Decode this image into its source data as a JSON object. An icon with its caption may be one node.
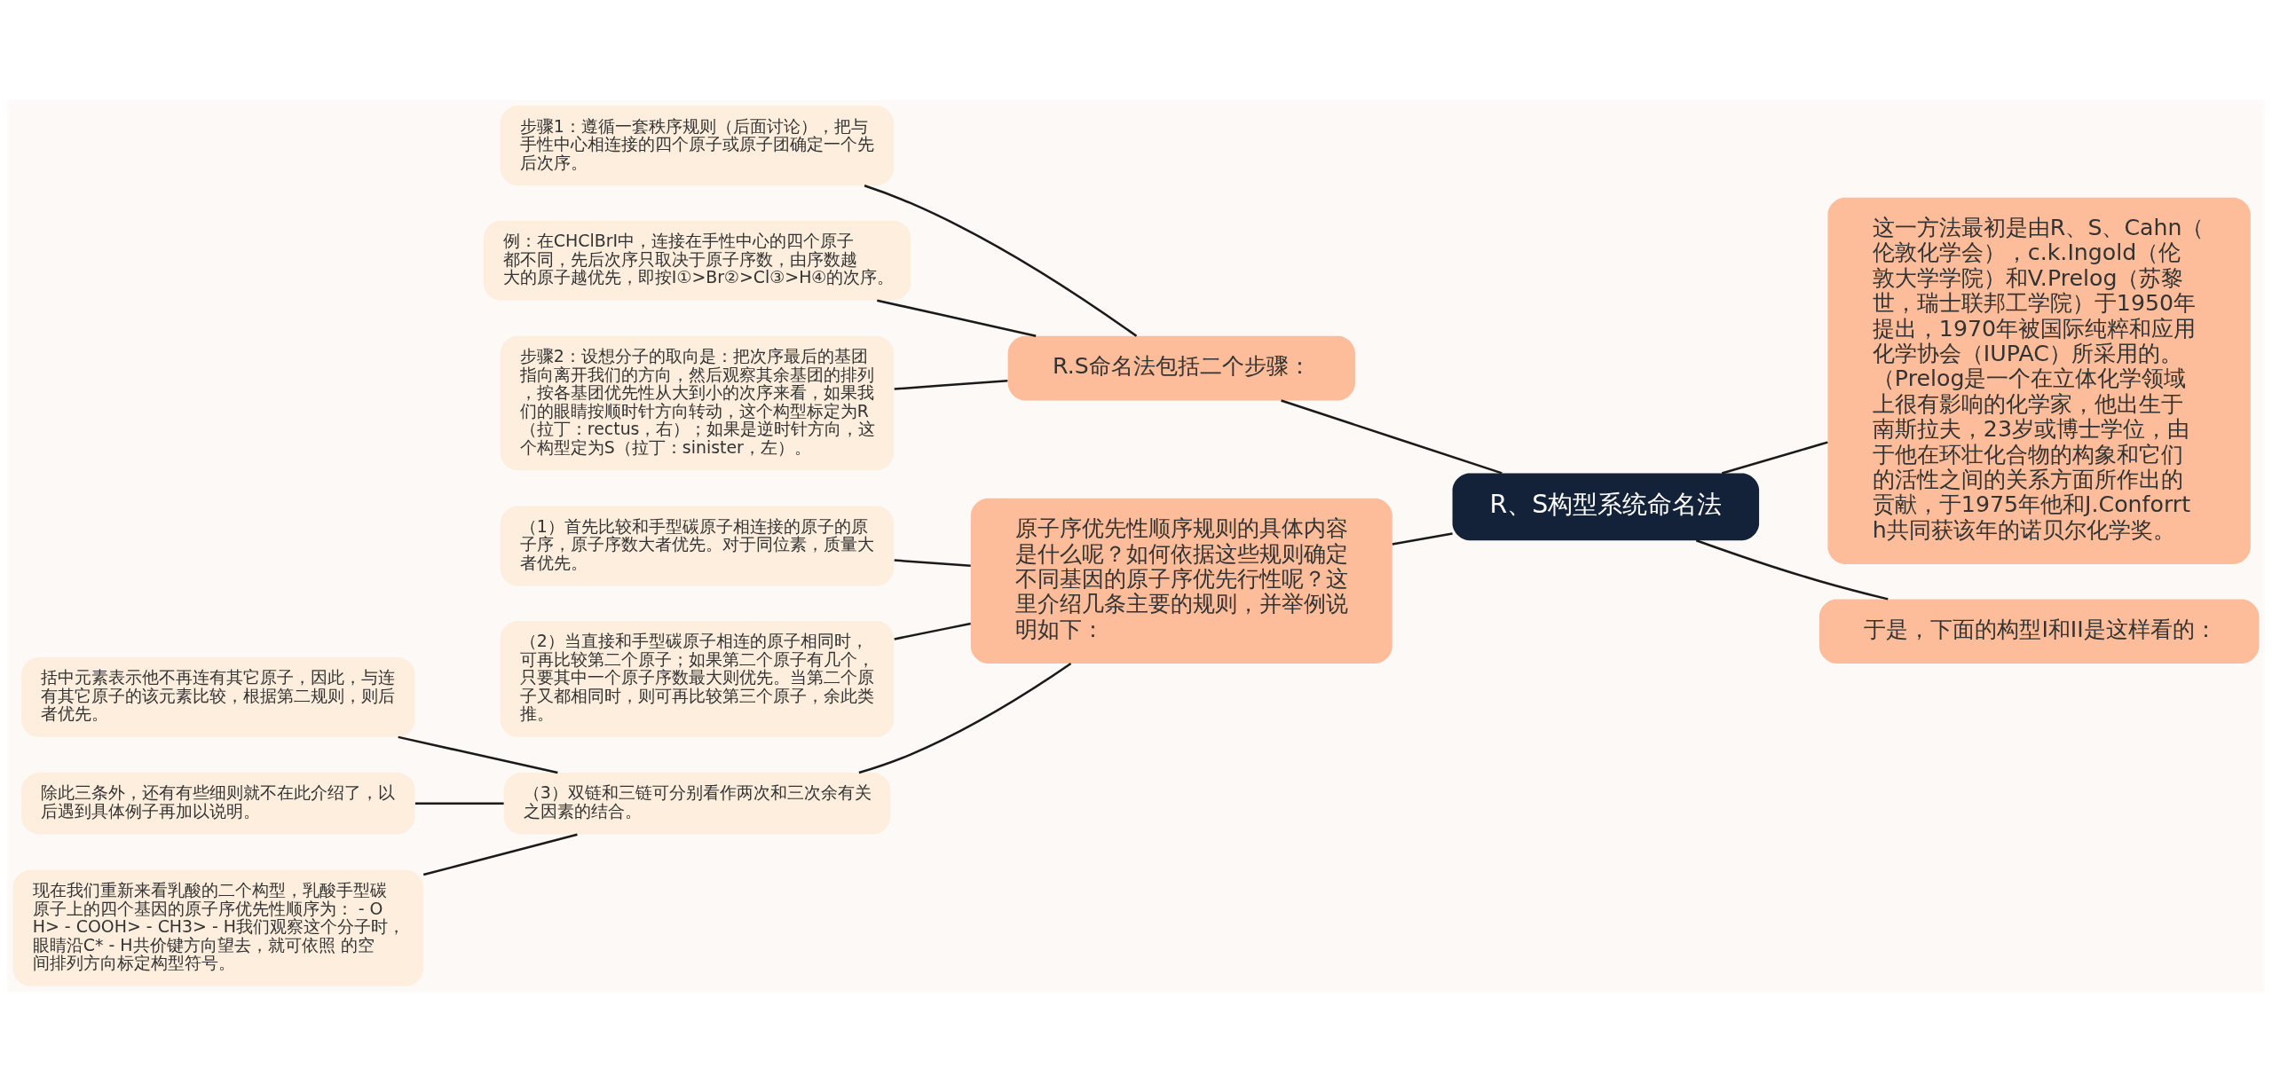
{
  "diagram": {
    "nodes": [
      {
        "text": [
          "R、S构型系统命名法"
        ]
      },
      {
        "text": [
          "R.S命名法包括二个步骤："
        ]
      },
      {
        "text": [
          "步骤1：遵循一套秩序规则（后面讨论），把与手性中心相连接的四个原子或原子团确定一个先后次序。"
        ]
      },
      {
        "text": [
          "例：在CHClBrI中，连接在手性中心的四个原子都不同，先后次序只取决于原子序数，由序数越大的原子越优先，即按I①>Br②>Cl③>H④的次序。"
        ]
      },
      {
        "text": [
          "步骤2：设想分子的取向是：把次序最后的基团指向离开我们的方向，然后观察其余基团的排列，按各基团优先性从大到小的次序来看，如果我们的眼睛按顺时针方向转动，这个构型标定为R（拉丁：rectus，右）；如果是逆时针方向，这个构型定为S（拉丁：sinister，左）。"
        ]
      },
      {
        "text": [
          "原子序优先性顺序规则的具体内容是什么呢？如何依据这些规则确定不同基因的原子序优先行性呢？这里介绍几条主要的规则，并举例说明如下："
        ]
      },
      {
        "text": [
          "（1）首先比较和手型碳原子相连接的原子的原子序，原子序数大者优先。对于同位素，质量大者优先。"
        ]
      },
      {
        "text": [
          "（2）当直接和手型碳原子相连的原子相同时，可再比较第二个原子；如果第二个原子有几个，只要其中一个原子序数最大则优先。当第二个原子又都相同时，则可再比较第三个原子，余此类推。"
        ]
      },
      {
        "text": [
          "（3）双链和三链可分别看作两次和三次余有关之因素的结合。"
        ]
      },
      {
        "text": [
          "括中元素表示他不再连有其它原子，因此，与连有其它原子的该元素比较，根据第二规则，则后者优先。"
        ]
      },
      {
        "text": [
          "除此三条外，还有有些细则就不在此介绍了，以后遇到具体例子再加以说明。"
        ]
      },
      {
        "text": [
          "现在我们重新来看乳酸的二个构型，乳酸手型碳原子上的四个基因的原子序优先性顺序为： - OH> - COOH> - CH3> - H我们观察这个分子时，眼睛沿C* - H共价键方向望去，就可依照 的空间排列方向标定构型符号。"
        ]
      },
      {
        "text": [
          "这一方法最初是由R、S、Cahn（伦敦化学会），c.k.Ingold（伦敦大学学院）和V.Prelog（苏黎世，瑞士联邦工学院）于1950年提出，1970年被国际纯粹和应用化学协会（IUPAC）所采用的。（Prelog是一个在立体化学领域上很有影响的化学家，他出生于南斯拉夫，23岁或博士学位，由于他在环壮化合物的构象和它们的活性之间的关系方面所作出的贡献，于1975年他和J.Conforrth共同获该年的诺贝尔化学奖。"
        ]
      },
      {
        "text": [
          "于是，下面的构型I和II是这样看的："
        ]
      }
    ],
    "edges": [
      {
        "from": 0,
        "to": 1,
        "arrow": "none"
      },
      {
        "from": 1,
        "to": 2,
        "arrow": "none"
      },
      {
        "from": 1,
        "to": 3,
        "arrow": "none"
      },
      {
        "from": 1,
        "to": 4,
        "arrow": "none"
      },
      {
        "from": 0,
        "to": 5,
        "arrow": "none"
      },
      {
        "from": 5,
        "to": 6,
        "arrow": "none"
      },
      {
        "from": 5,
        "to": 7,
        "arrow": "none"
      },
      {
        "from": 5,
        "to": 8,
        "arrow": "none"
      },
      {
        "from": 8,
        "to": 9,
        "arrow": "none"
      },
      {
        "from": 8,
        "to": 10,
        "arrow": "none"
      },
      {
        "from": 8,
        "to": 11,
        "arrow": "none"
      },
      {
        "from": 0,
        "to": 12,
        "arrow": "none"
      },
      {
        "from": 0,
        "to": 13,
        "arrow": "none"
      }
    ]
  }
}
